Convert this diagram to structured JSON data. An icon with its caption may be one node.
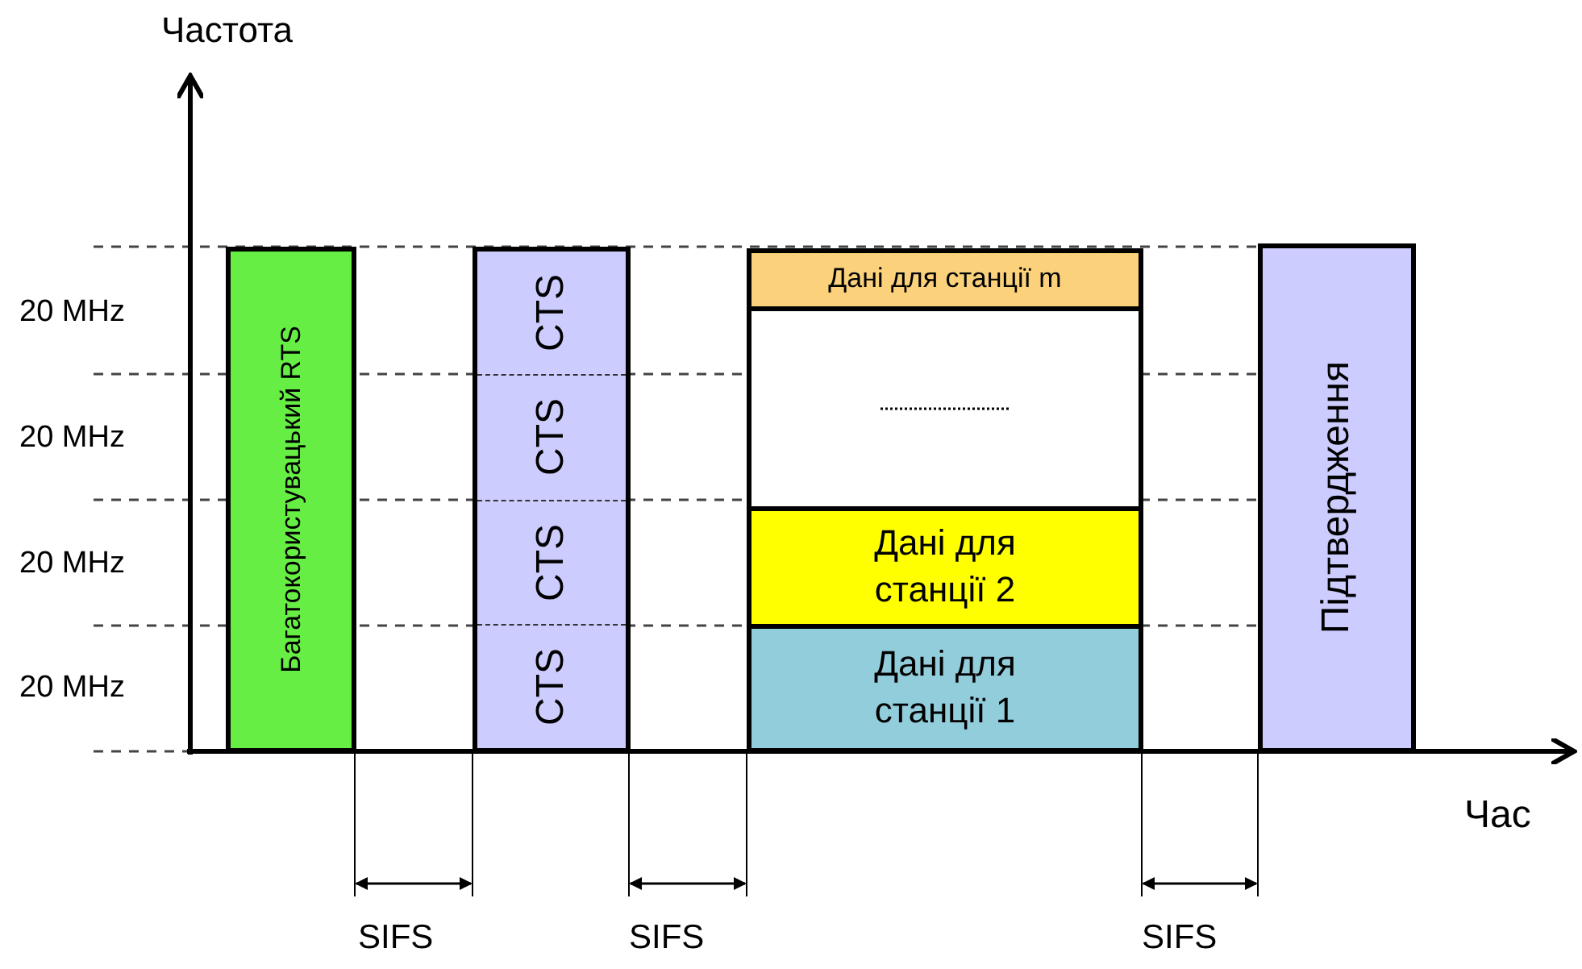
{
  "diagram": {
    "nodes": [
      {
        "text": [
          "Багатокористувацький RTS"
        ]
      },
      {
        "text": [
          "CTS",
          "CTS",
          "CTS",
          "CTS"
        ]
      },
      {
        "text": [
          "Дані для станції m"
        ]
      },
      {
        "text": [],
        "shape": "box"
      },
      {
        "text": [
          "Дані для станції 2"
        ]
      },
      {
        "text": [
          "Дані для станції 1"
        ]
      },
      {
        "text": [
          "Підтвердження"
        ]
      }
    ],
    "labels": [
      "Частота",
      "20 MHz",
      "20 MHz",
      "20 MHz",
      "20 MHz",
      "Час",
      "SIFS",
      "SIFS",
      "SIFS"
    ]
  }
}
